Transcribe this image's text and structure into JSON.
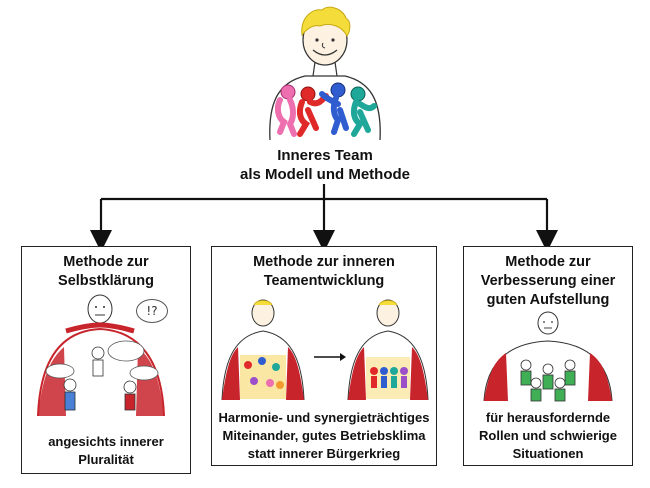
{
  "header": {
    "title_line1": "Inneres Team",
    "title_line2": "als Modell und Methode"
  },
  "boxes": [
    {
      "title_line1": "Methode zur",
      "title_line2": "Selbstklärung",
      "caption_line1": "angesichts innerer",
      "caption_line2": "Pluralität",
      "bubble": "!?"
    },
    {
      "title_line1": "Methode zur inneren",
      "title_line2": "Teamentwicklung",
      "caption_line1": "Harmonie- und synergieträchtiges",
      "caption_line2": "Miteinander, gutes Betriebsklima",
      "caption_line3": "statt innerer Bürgerkrieg"
    },
    {
      "title_line1": "Methode zur",
      "title_line2": "Verbesserung einer",
      "title_line3": "guten Aufstellung",
      "caption_line1": "für herausfordernde",
      "caption_line2": "Rollen und schwierige",
      "caption_line3": "Situationen"
    }
  ],
  "colors": {
    "curtain": "#c8242b",
    "arrow": "#111111",
    "border": "#222222"
  }
}
